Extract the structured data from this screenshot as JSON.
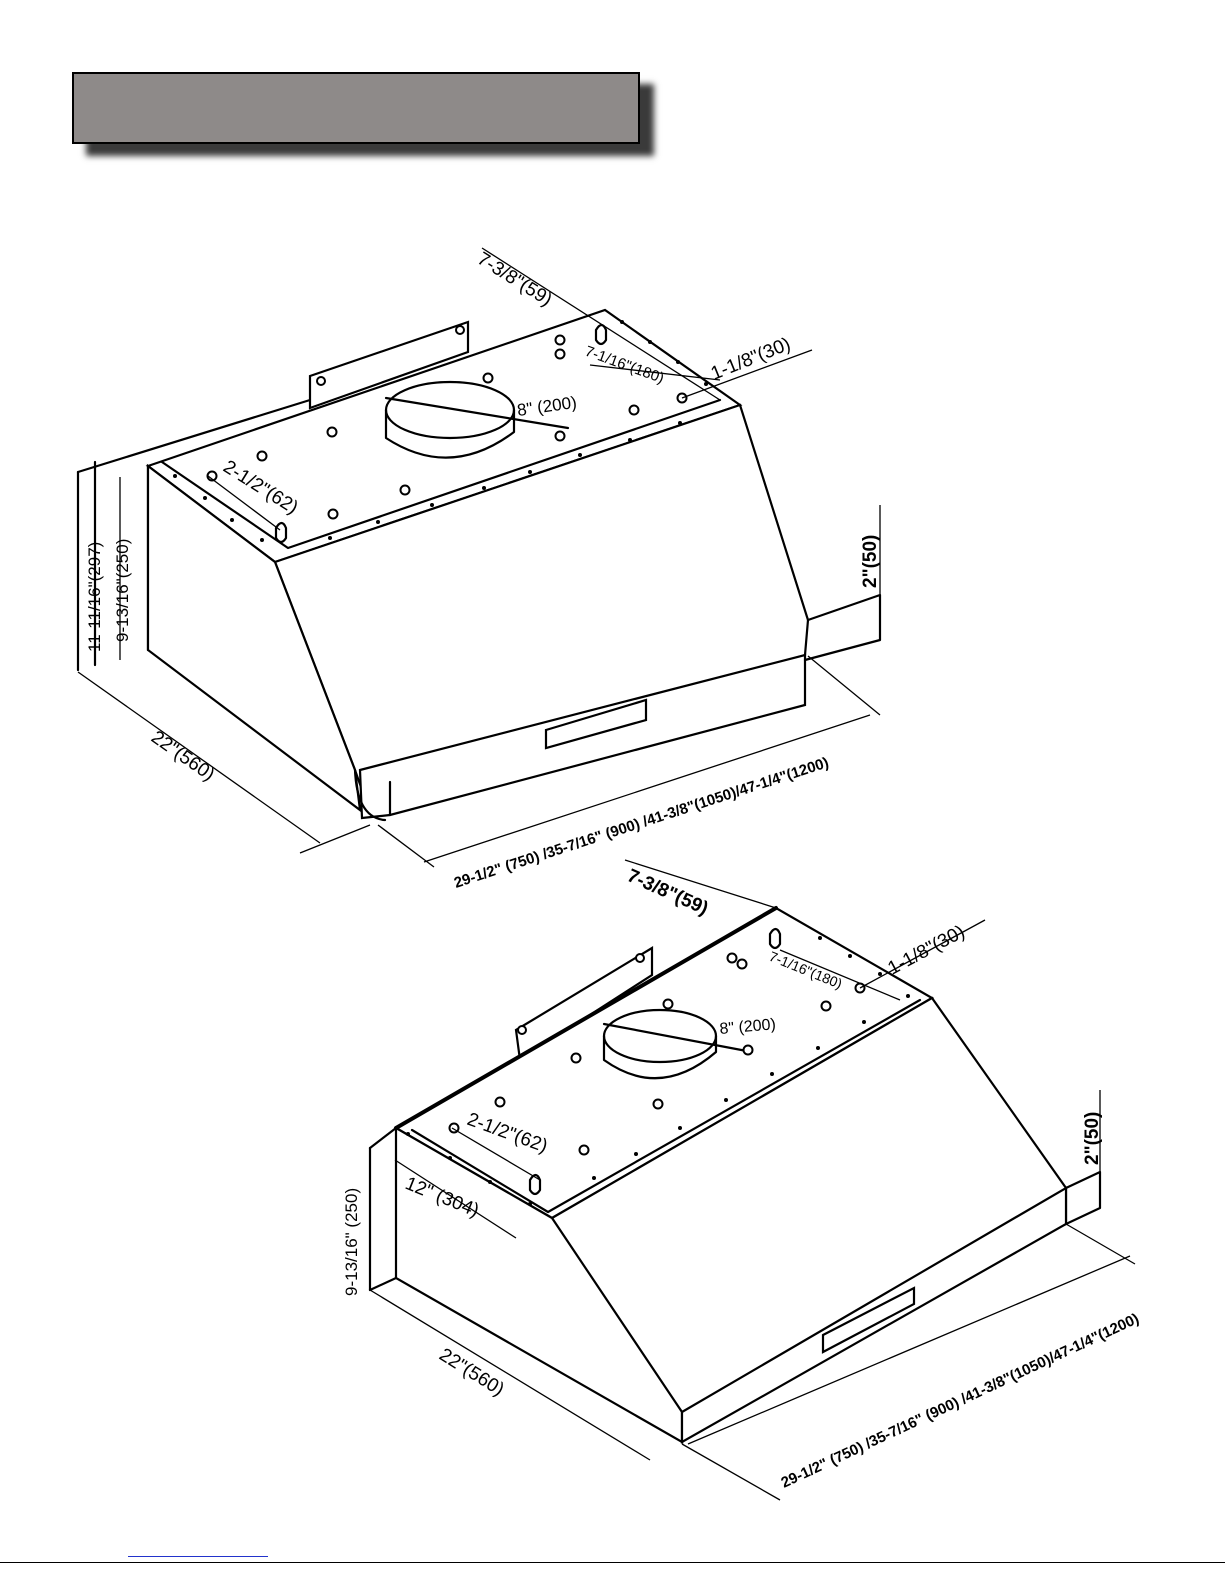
{
  "title_bar": {
    "fill_color": "#8e8a89",
    "text": ""
  },
  "hood_upper": {
    "dim_depth_chimney": "7-3/8\"(59)",
    "dim_rear_offset": "1-1/8\"(30)",
    "dim_hole_spacing": "7-1/16\"(180)",
    "dim_duct": "8\"  (200)",
    "dim_side_offset": "2-1/2\"(62)",
    "dim_height_total": "11-11/16\"(297)",
    "dim_height_body": "9-13/16\"(250)",
    "dim_depth": "22\"(560)",
    "dim_width": "29-1/2\" (750) /35-7/16\" (900) /41-3/8\"(1050)/47-1/4\"(1200)",
    "dim_front_lip": "2\"(50)"
  },
  "hood_lower": {
    "dim_depth_chimney": "7-3/8\"(59)",
    "dim_rear_offset": "1-1/8\"(30)",
    "dim_hole_spacing": "7-1/16\"(180)",
    "dim_duct": "8\"  (200)",
    "dim_side_offset": "2-1/2\"(62)",
    "dim_top_depth": "12\"  (304)",
    "dim_height_body": "9-13/16\"  (250)",
    "dim_depth": "22\"(560)",
    "dim_width": "29-1/2\" (750) /35-7/16\" (900) /41-3/8\"(1050)/47-1/4\"(1200)",
    "dim_front_lip": "2\"(50)"
  }
}
